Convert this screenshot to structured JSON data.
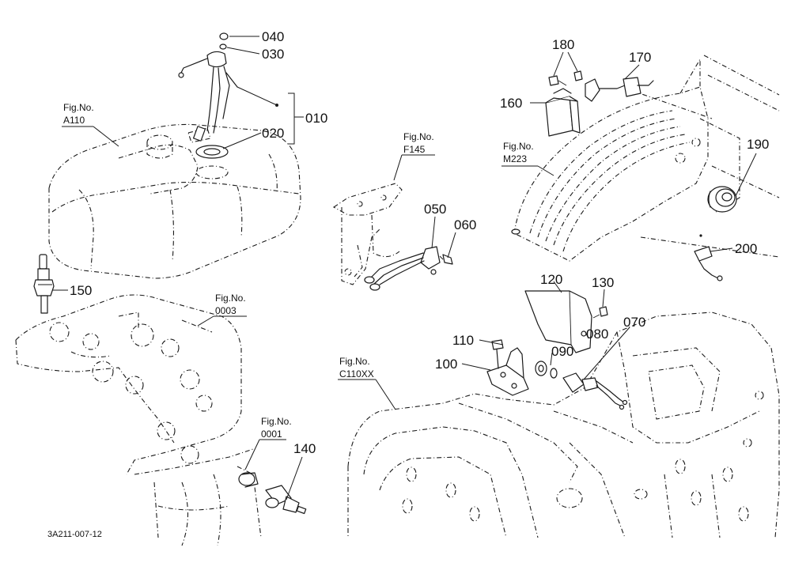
{
  "diagram_id": "3A211-007-12",
  "parts": {
    "p010": "010",
    "p020": "020",
    "p030": "030",
    "p040": "040",
    "p050": "050",
    "p060": "060",
    "p070": "070",
    "p080": "080",
    "p090": "090",
    "p100": "100",
    "p110": "110",
    "p120": "120",
    "p130": "130",
    "p140": "140",
    "p150": "150",
    "p160": "160",
    "p170": "170",
    "p180": "180",
    "p190": "190",
    "p200": "200"
  },
  "figure_refs": {
    "a110": {
      "label": "Fig.No.",
      "code": "A110"
    },
    "f145": {
      "label": "Fig.No.",
      "code": "F145"
    },
    "m223": {
      "label": "Fig.No.",
      "code": "M223"
    },
    "f0003": {
      "label": "Fig.No.",
      "code": "0003"
    },
    "c110xx": {
      "label": "Fig.No.",
      "code": "C110XX"
    },
    "f0001": {
      "label": "Fig.No.",
      "code": "0001"
    }
  }
}
